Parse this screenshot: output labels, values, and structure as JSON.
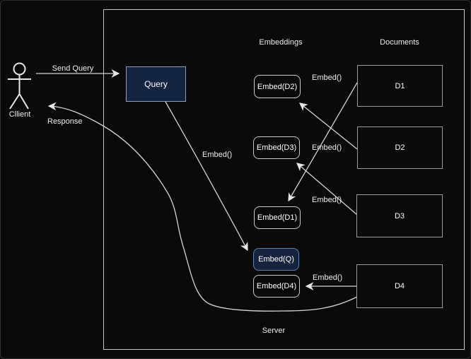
{
  "client": {
    "label": "Cllient"
  },
  "edges": {
    "send_query_label": "Send Query",
    "response_label": "Response",
    "query_embed_label": "Embed()",
    "doc_embed_labels": [
      {
        "label": "Embed()"
      },
      {
        "label": "Embed()"
      },
      {
        "label": "Embed()"
      },
      {
        "label": "Embed()"
      }
    ]
  },
  "server": {
    "label": "Server",
    "embeddings_header": "Embeddings",
    "documents_header": "Documents"
  },
  "nodes": {
    "query": {
      "label": "Query"
    },
    "embeddings": [
      {
        "label": "Embed(D2)"
      },
      {
        "label": "Embed(D3)"
      },
      {
        "label": "Embed(D1)"
      },
      {
        "label": "Embed(Q)"
      },
      {
        "label": "Embed(D4)"
      }
    ],
    "documents": [
      {
        "label": "D1"
      },
      {
        "label": "D2"
      },
      {
        "label": "D3"
      },
      {
        "label": "D4"
      }
    ]
  },
  "colors": {
    "background": "#0a0a0a",
    "navy_node_fill": "#16233f",
    "embed_q_border": "#5f80ab",
    "embed_box_border": "#c9c9c9",
    "doc_box_border": "#9b9b9b",
    "server_border": "#c6c6c6",
    "arrow": "#dadada",
    "text": "#ededed"
  }
}
